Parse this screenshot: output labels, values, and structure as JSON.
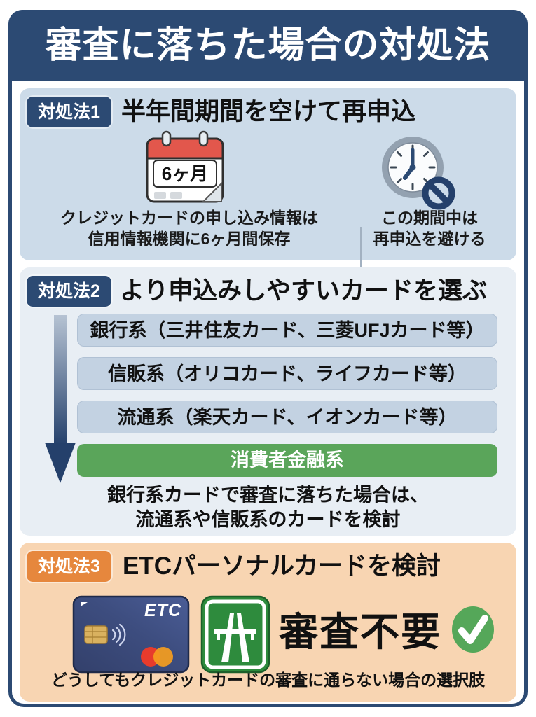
{
  "page": {
    "title": "審査に落ちた場合の対処法"
  },
  "section1": {
    "badge": "対処法1",
    "heading": "半年間期間を空けて再申込",
    "calendar_label": "6ヶ月",
    "left_caption_line1": "クレジットカードの申し込み情報は",
    "left_caption_line2": "信用情報機関に6ヶ月間保存",
    "right_caption_line1": "この期間中は",
    "right_caption_line2": "再申込を避ける"
  },
  "section2": {
    "badge": "対処法2",
    "heading": "より申込みしやすいカードを選ぶ",
    "rows": [
      {
        "label": "銀行系（三井住友カード、三菱UFJカード等）",
        "type": "normal"
      },
      {
        "label": "信販系（オリコカード、ライフカード等）",
        "type": "normal"
      },
      {
        "label": "流通系（楽天カード、イオンカード等）",
        "type": "normal"
      },
      {
        "label": "消費者金融系",
        "type": "green"
      }
    ],
    "note_line1": "銀行系カードで審査に落ちた場合は、",
    "note_line2": "流通系や信販系のカードを検討"
  },
  "section3": {
    "badge": "対処法3",
    "heading": "ETCパーソナルカードを検討",
    "card_label": "ETC",
    "highlight": "審査不要",
    "caption": "どうしてもクレジットカードの審査に通らない場合の選択肢"
  },
  "icons": {
    "calendar_icon": "calendar with 6-month label",
    "clock_no_reapply_icon": "clock with prohibition sign",
    "down-arrow-icon": "gradient down arrow",
    "etc-card-icon": "navy ETC credit card",
    "motorway-sign-icon": "green expressway sign",
    "check-icon": "green circle checkmark"
  },
  "colors": {
    "navy": "#2c4a73",
    "panel_blue": "#ccdbe9",
    "panel_light": "#e8eef4",
    "row_blue": "#c3d2e2",
    "green_row": "#5aa55a",
    "panel_peach": "#f8d5b2",
    "orange_badge": "#e6873d",
    "check_green": "#55a759"
  }
}
